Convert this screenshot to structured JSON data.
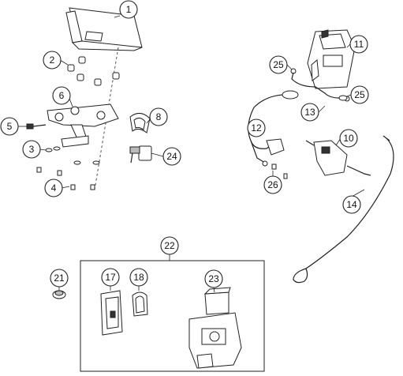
{
  "callouts": [
    {
      "id": "c1",
      "label": "1"
    },
    {
      "id": "c2",
      "label": "2"
    },
    {
      "id": "c3",
      "label": "3"
    },
    {
      "id": "c4",
      "label": "4"
    },
    {
      "id": "c5",
      "label": "5"
    },
    {
      "id": "c6",
      "label": "6"
    },
    {
      "id": "c8",
      "label": "8"
    },
    {
      "id": "c10",
      "label": "10"
    },
    {
      "id": "c11",
      "label": "11"
    },
    {
      "id": "c12",
      "label": "12"
    },
    {
      "id": "c13",
      "label": "13"
    },
    {
      "id": "c14",
      "label": "14"
    },
    {
      "id": "c17",
      "label": "17"
    },
    {
      "id": "c18",
      "label": "18"
    },
    {
      "id": "c21",
      "label": "21"
    },
    {
      "id": "c22",
      "label": "22"
    },
    {
      "id": "c23",
      "label": "23"
    },
    {
      "id": "c24",
      "label": "24"
    },
    {
      "id": "c25a",
      "label": "25"
    },
    {
      "id": "c25b",
      "label": "25"
    },
    {
      "id": "c26",
      "label": "26"
    }
  ]
}
